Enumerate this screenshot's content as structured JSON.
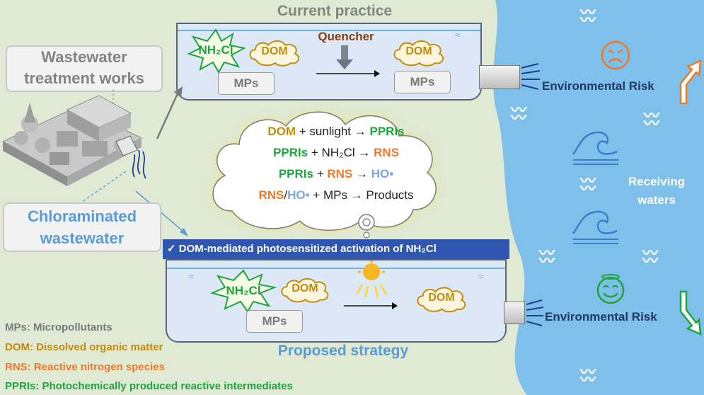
{
  "current_practice": {
    "title": "Current practice",
    "quencher": "Quencher",
    "nh2cl": "NH₂Cl",
    "dom_left": "DOM",
    "dom_right": "DOM",
    "mps_left": "MPs",
    "mps_right": "MPs"
  },
  "plant": {
    "label": "Wastewater\ntreatment works"
  },
  "chloraminated": {
    "label": "Chloraminated\nwastewater"
  },
  "reactions": [
    {
      "a": "DOM",
      "b": " + sunlight",
      "arrow": " → ",
      "c": "PPRIs"
    },
    {
      "a": "PPRIs",
      "b": " + NH₂Cl",
      "arrow": " → ",
      "c": "RNS"
    },
    {
      "a": "PPRIs",
      "b": " + ",
      "b2": "RNS",
      "arrow": " → ",
      "c": "HO•"
    },
    {
      "a": "RNS",
      "a2": "/",
      "a3": "HO•",
      "b": " + MPs",
      "arrow": " → ",
      "c": "Products"
    }
  ],
  "proposed": {
    "banner": "✓ DOM-mediated photosensitized activation of NH₂Cl",
    "nh2cl": "NH₂Cl",
    "dom_left": "DOM",
    "dom_right": "DOM",
    "mps": "MPs",
    "title": "Proposed strategy"
  },
  "receiving": {
    "label": "Receiving\nwaters",
    "risk_top": "Environmental Risk",
    "risk_bottom": "Environmental Risk"
  },
  "legend": [
    {
      "text": "MPs: Micropollutants",
      "color": "#7a7a7a"
    },
    {
      "text": "DOM: Dissolved organic matter",
      "color": "#c48a0e"
    },
    {
      "text": "RNS: Reactive nitrogen species",
      "color": "#ec7a2b"
    },
    {
      "text": "PPRIs: Photochemically produced reactive intermediates",
      "color": "#1ea43c"
    }
  ],
  "colors": {
    "background": "#dfe9d3",
    "water": "#7ec0ea",
    "green": "#1ea43c",
    "orange": "#ec7a2b",
    "gold": "#c48a0e",
    "blue_label": "#5b9bd5",
    "banner": "#2f56b0"
  }
}
